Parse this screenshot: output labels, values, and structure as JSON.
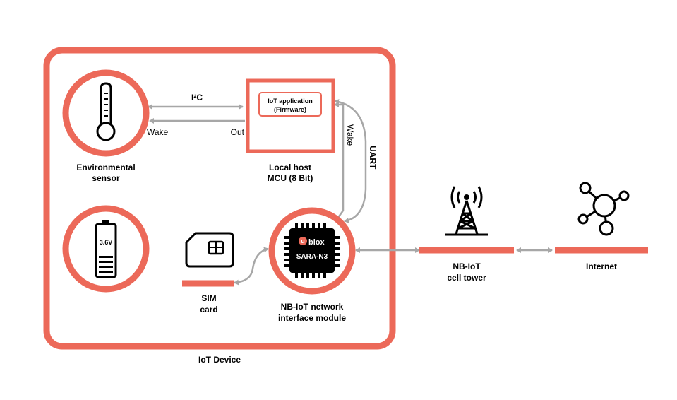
{
  "colors": {
    "accent": "#ec6959",
    "connector": "#a7a7a7",
    "ink": "#000000",
    "background": "#ffffff"
  },
  "device": {
    "label": "IoT Device"
  },
  "sensor": {
    "name_line1": "Environmental",
    "name_line2": "sensor",
    "icon": "thermometer-icon"
  },
  "mcu": {
    "firmware_line1": "IoT application",
    "firmware_line2": "(Firmware)",
    "name_line1": "Local host",
    "name_line2": "MCU (8 Bit)"
  },
  "links": {
    "i2c": "I²C",
    "wake_left": "Wake",
    "out": "Out",
    "wake_vertical": "Wake",
    "uart": "UART"
  },
  "battery": {
    "voltage": "3.6V",
    "icon": "battery-icon"
  },
  "sim": {
    "name_line1": "SIM",
    "name_line2": "card",
    "icon": "sim-card-icon"
  },
  "module": {
    "brand": "blox",
    "brand_prefix": "u",
    "model": "SARA-N3",
    "name_line1": "NB-IoT network",
    "name_line2": "interface module",
    "icon": "chip-icon"
  },
  "tower": {
    "name_line1": "NB-IoT",
    "name_line2": "cell tower",
    "icon": "cell-tower-icon"
  },
  "internet": {
    "name": "Internet",
    "icon": "network-nodes-icon"
  }
}
